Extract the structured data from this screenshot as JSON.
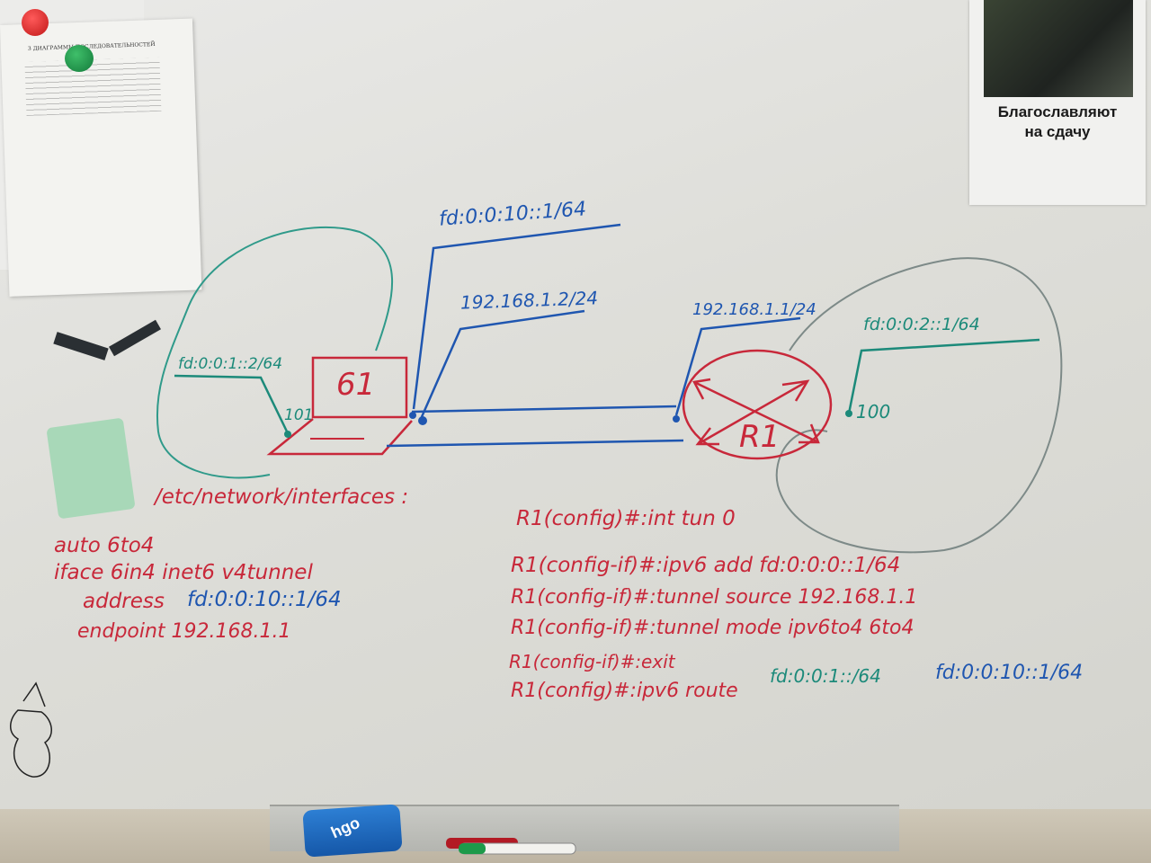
{
  "diagram": {
    "label_teal_left_ipv6": "fd:0:0:1::2/64",
    "label_host_iface": "101",
    "host_label": "61",
    "label_blue_top_ipv6": "fd:0:0:10::1/64",
    "label_blue_host_ipv4": "192.168.1.2/24",
    "label_blue_router_ipv4": "192.168.1.1/24",
    "router_label": "R1",
    "label_teal_right_ipv6": "fd:0:0:2::1/64",
    "label_router_iface": "100"
  },
  "left_config": {
    "heading": "/etc/network/interfaces :",
    "line1": "auto 6to4",
    "line2": "iface 6in4 inet6 v4tunnel",
    "line3_prefix": "address",
    "line3_value": "fd:0:0:10::1/64",
    "line4": "endpoint 192.168.1.1"
  },
  "right_config": {
    "line1": "R1(config)#:int tun 0",
    "line2": "R1(config-if)#:ipv6 add fd:0:0:0::1/64",
    "line3": "R1(config-if)#:tunnel source 192.168.1.1",
    "line4": "R1(config-if)#:tunnel mode ipv6to4 6to4",
    "line5": "R1(config-if)#:exit",
    "line6_prefix": "R1(config)#:ipv6 route",
    "line6_route": "fd:0:0:1::/64",
    "line6_nexthop": "fd:0:0:10::1/64"
  },
  "poster": {
    "text": "Благославляют\nна сдачу"
  },
  "paper": {
    "title": "3 ДИАГРАММЫ ПОСЛЕДОВАТЕЛЬНОСТЕЙ"
  },
  "eraser": {
    "brand": "hgo"
  },
  "colors": {
    "marker_red": "#c8283a",
    "marker_blue": "#1f56b0",
    "marker_teal": "#1c8a7a",
    "marker_gray": "#6f7a78"
  }
}
